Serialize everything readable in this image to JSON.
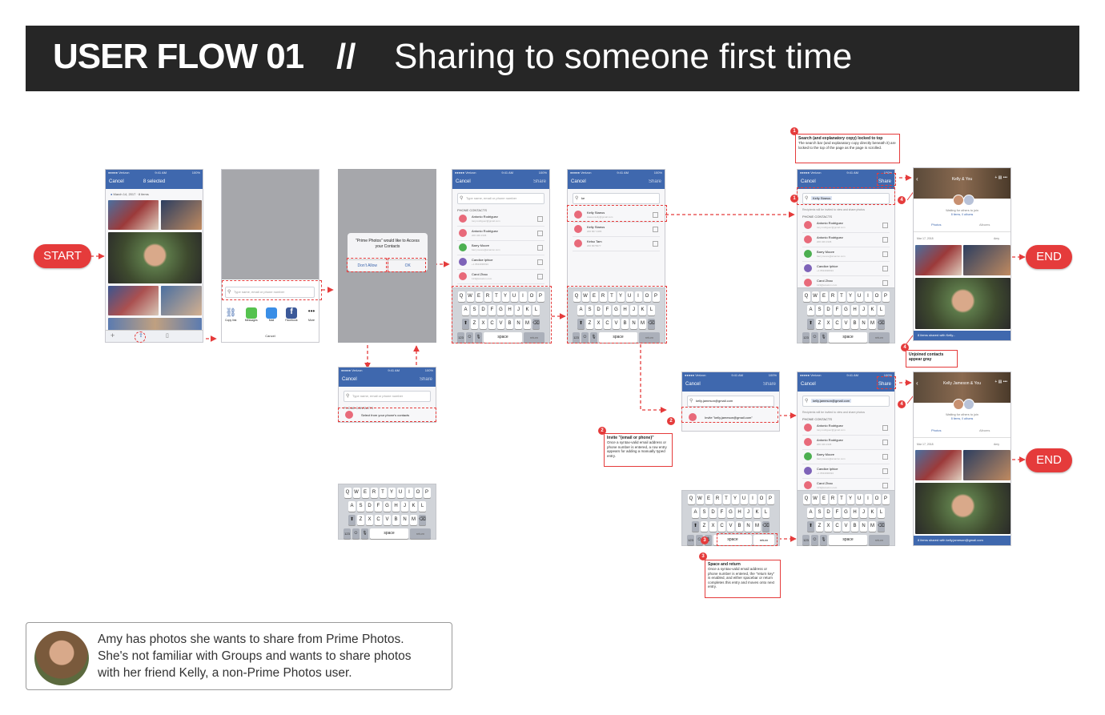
{
  "title": {
    "bold": "USER FLOW 01",
    "sep": "//",
    "light": "Sharing to someone first time"
  },
  "pills": {
    "start": "START",
    "end": "END"
  },
  "status": {
    "carrier": "●●●●● Verizon",
    "time": "9:41 AM",
    "battery": "100%"
  },
  "screen1": {
    "cancel": "Cancel",
    "selected": "8 selected",
    "date": "March 14, 2017",
    "items": "8 items"
  },
  "share_sheet": {
    "search_placeholder": "Type name, email or phone number",
    "apps": [
      "Copy link",
      "Messages",
      "Mail",
      "Facebook",
      "More"
    ],
    "cancel": "Cancel"
  },
  "dialog": {
    "message": "\"Prime Photos\" would like to Access your Contacts",
    "deny": "Don't Allow",
    "ok": "OK"
  },
  "nav": {
    "cancel": "Cancel",
    "share": "Share"
  },
  "search_placeholder": "Type name, email or phone number",
  "section_label": "PHONE CONTACTS",
  "select_contacts": "Select from your phone's contacts",
  "contacts": [
    {
      "name": "Antonio Rodriguez",
      "sub": "tony.rodriguez@gmail.com",
      "color": "#e86a7a"
    },
    {
      "name": "Antonio Rodriguez",
      "sub": "206 346 2345",
      "color": "#e86a7a"
    },
    {
      "name": "Barry Moore",
      "sub": "barrymoore@amazon.com",
      "color": "#4caf50"
    },
    {
      "name": "Candice Iphice",
      "sub": "+1 8634938494",
      "color": "#7e63b8"
    },
    {
      "name": "Carol Zhao",
      "sub": "123@amazon.com",
      "color": "#e86a7a"
    }
  ],
  "search_k": {
    "query": "ke",
    "results": [
      {
        "name": "Kelly Staeus",
        "sub": "staeus.kelly@gmail.com"
      },
      {
        "name": "Kelly Staeus",
        "sub": "206 867 4465"
      },
      {
        "name": "Kelso Tam",
        "sub": "206 8678377"
      }
    ]
  },
  "selected_screen": {
    "chip": "Kelly Staeus",
    "note": "Recipients will be invited to view and share photos"
  },
  "album1": {
    "title": "Kelly & You",
    "waiting": "Waiting for others to join",
    "counts": "8 Items, 0 albums",
    "tab_photos": "Photos",
    "tab_albums": "Albums",
    "date": "Mar 17, 2018",
    "owner": "Amy",
    "footer": "8 items shared with Kelly..."
  },
  "album2": {
    "title": "Kelly Jameson & You",
    "waiting": "Waiting for others to join",
    "counts": "8 Items, 0 albums",
    "tab_photos": "Photos",
    "tab_albums": "Albums",
    "date": "Mar 17, 2018",
    "owner": "Amy",
    "footer": "8 items shared with kelly.jameson@gmail.com"
  },
  "email_screen": {
    "query": "kelly.jameson@gmail.com",
    "invite": "Invite \"kelly.jameson@gmail.com\""
  },
  "email_selected": {
    "chip": "kelly.jameson@gmail.com",
    "note": "Recipients will be invited to view and share photos"
  },
  "keyboard": {
    "row1": [
      "Q",
      "W",
      "E",
      "R",
      "T",
      "Y",
      "U",
      "I",
      "O",
      "P"
    ],
    "row2": [
      "A",
      "S",
      "D",
      "F",
      "G",
      "H",
      "J",
      "K",
      "L"
    ],
    "row3": [
      "Z",
      "X",
      "C",
      "V",
      "B",
      "N",
      "M"
    ],
    "shift": "⬆",
    "backspace": "⌫",
    "num": "123",
    "emoji": "☺",
    "mic": "🎙",
    "space": "space",
    "return": "return"
  },
  "notes": {
    "n1_num": "1",
    "n1_title": "Search (and explanatory copy) locked to top",
    "n1_desc": "The search bar (and explanatory copy directly beneath it) are locked to the top of the page as the page is scrolled.",
    "n2_num": "2",
    "n2_title": "Invite \"{email or phone}\"",
    "n2_desc": "Once a syntax-valid email address or phone number is entered, a row entry appears for adding a manually typed entry.",
    "n3_num": "3",
    "n3_title": "Space and return",
    "n3_desc": "Once a syntax-valid email address or phone number is entered, the \"return key\" is enabled, and either spacebar or return completes this entry and moves onto next entry.",
    "n4_num": "4",
    "n4_title": "Unjoined contacts appear gray"
  },
  "persona": {
    "line1": "Amy has photos she wants to share from Prime Photos.",
    "line2": "She's not familiar with Groups and wants to share photos",
    "line3": "with her friend Kelly, a non-Prime Photos user."
  },
  "colors": {
    "accent": "#e53b3b",
    "nav": "#3f68ae",
    "banner": "#262626"
  }
}
